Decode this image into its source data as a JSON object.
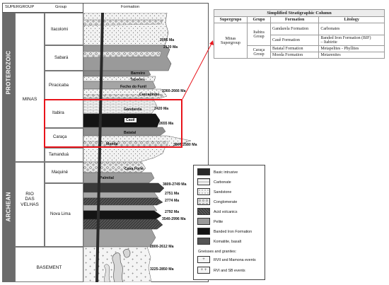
{
  "column": {
    "header": {
      "supergroup": "SUPERGROUP",
      "group": "Group",
      "formation": "Formation"
    },
    "eras": {
      "proterozoic": "PROTEROZOIC",
      "archean": "ARCHEAN"
    },
    "supergroups": {
      "minas": "MINAS",
      "rio": "RIO\nDAS\nVELHAS",
      "basement": "BASEMENT"
    },
    "groups": [
      "Itacolomi",
      "Sabará",
      "Piracicaba",
      "Itabira",
      "Caraça",
      "Tamanduá",
      "Maquiné",
      "Nova Lima"
    ],
    "formations": [
      "Barreiro",
      "Taboões",
      "Fecho do Funil",
      "Cercadinho",
      "Gandarela",
      "Cauê",
      "Batatal",
      "Moeda",
      "Casa Forte",
      "Palmital"
    ],
    "ages": [
      "2095 Ma",
      "2120 Ma",
      "3360-2666 Ma",
      "2420 Ma",
      "2655 Ma",
      "3800-2580 Ma",
      "3809-2749 Ma",
      "2751 Ma",
      "2774 Ma",
      "2792 Ma",
      "3540-2996 Ma",
      "2800-2612 Ma",
      "3225-2850 Ma"
    ]
  },
  "legend": {
    "items": [
      "Basic intrusive",
      "Carbonate",
      "Sandstone",
      "Conglomerate",
      "Acid volcanics",
      "Pelite",
      "Banded Iron Formation",
      "Komatiite, basalt"
    ],
    "gneiss_title": "Gneisses and granites:",
    "gneiss_items": [
      "RVII and Mamona events",
      "RVI and SB events"
    ]
  },
  "table": {
    "title": "Simplified Stratigraphic Column",
    "headers": [
      "Supergrupo",
      "Grupo",
      "Formation",
      "Litology"
    ],
    "supergroup": "Minas\nSupergroup",
    "rows": [
      {
        "group": "Itabira\nGroup",
        "formation": "Gandarela Formation",
        "litology": "Carbonates"
      },
      {
        "group": "",
        "formation": "Cauê Formation",
        "litology": "Banded Iron Formation (BIF)\n– Itabirite"
      },
      {
        "group": "Caraça\nGroup",
        "formation": "Batatal Formation",
        "litology": "Metapelites - Phyllites"
      },
      {
        "group": "",
        "formation": "Moeda Formation",
        "litology": "Metarenites"
      }
    ]
  },
  "colors": {
    "highlight": "#e8141b",
    "era": "#6b6b6b"
  }
}
